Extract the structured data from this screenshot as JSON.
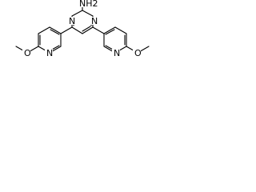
{
  "molecule": {
    "labels": {
      "amine": "NH2",
      "pyrimidine_n_left": "N",
      "pyrimidine_n_right": "N",
      "pyridine_left_n": "N",
      "pyridine_right_n": "N",
      "methoxy_left_o": "O",
      "methoxy_right_o": "O"
    }
  }
}
